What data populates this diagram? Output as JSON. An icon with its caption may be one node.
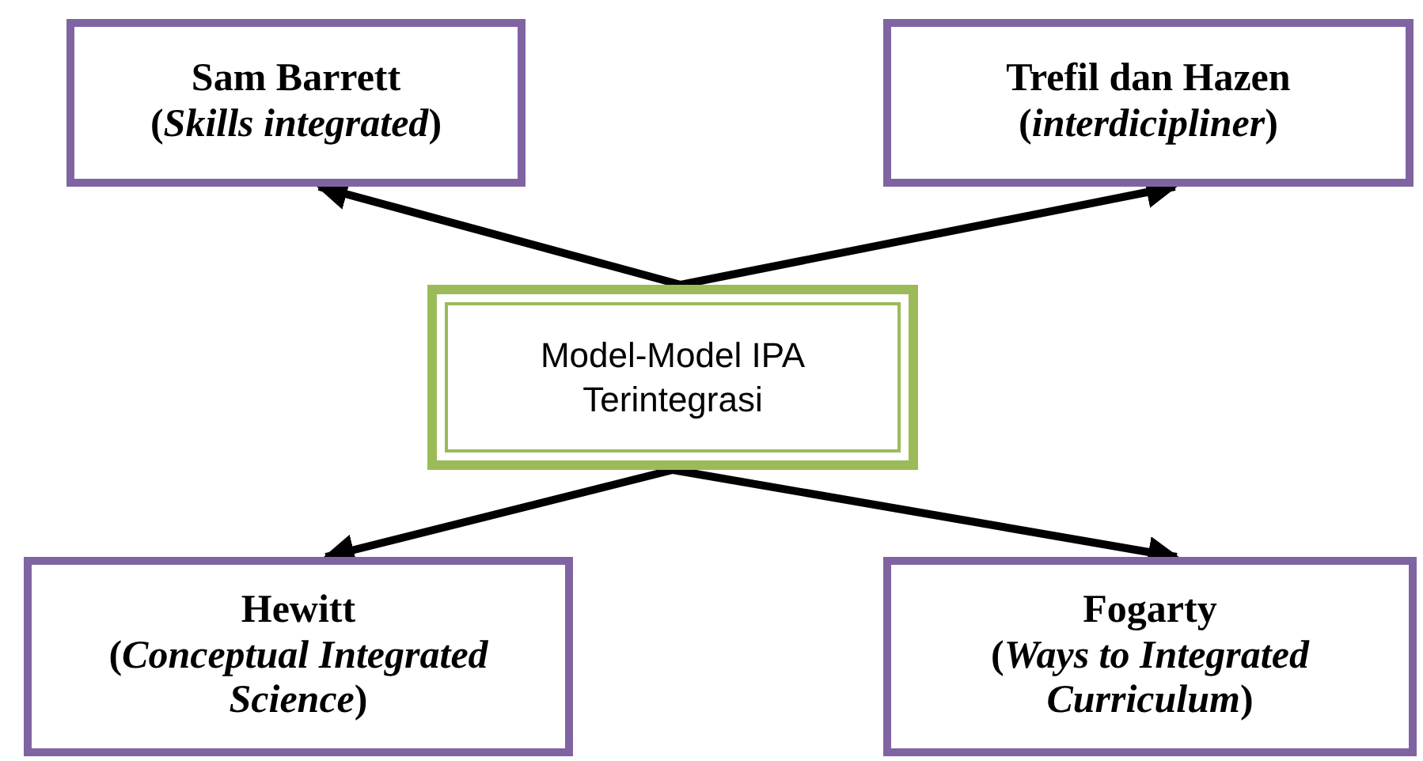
{
  "diagram": {
    "nodes": [
      {
        "text": [
          "Sam Barrett",
          "(*Skills integrated*)"
        ]
      },
      {
        "text": [
          "Trefil dan Hazen",
          "(*interdicipliner*)"
        ]
      },
      {
        "text": [
          "Model-Model IPA Terintegrasi"
        ]
      },
      {
        "text": [
          "Hewitt",
          "(*Conceptual Integrated Science*)"
        ]
      },
      {
        "text": [
          "Fogarty",
          "(*Ways to Integrated Curriculum*)"
        ]
      }
    ],
    "edges": [
      {
        "from": 2,
        "to": 0,
        "arrow": "to"
      },
      {
        "from": 2,
        "to": 1,
        "arrow": "to"
      },
      {
        "from": 2,
        "to": 3,
        "arrow": "to"
      },
      {
        "from": 2,
        "to": 4,
        "arrow": "to"
      }
    ]
  }
}
